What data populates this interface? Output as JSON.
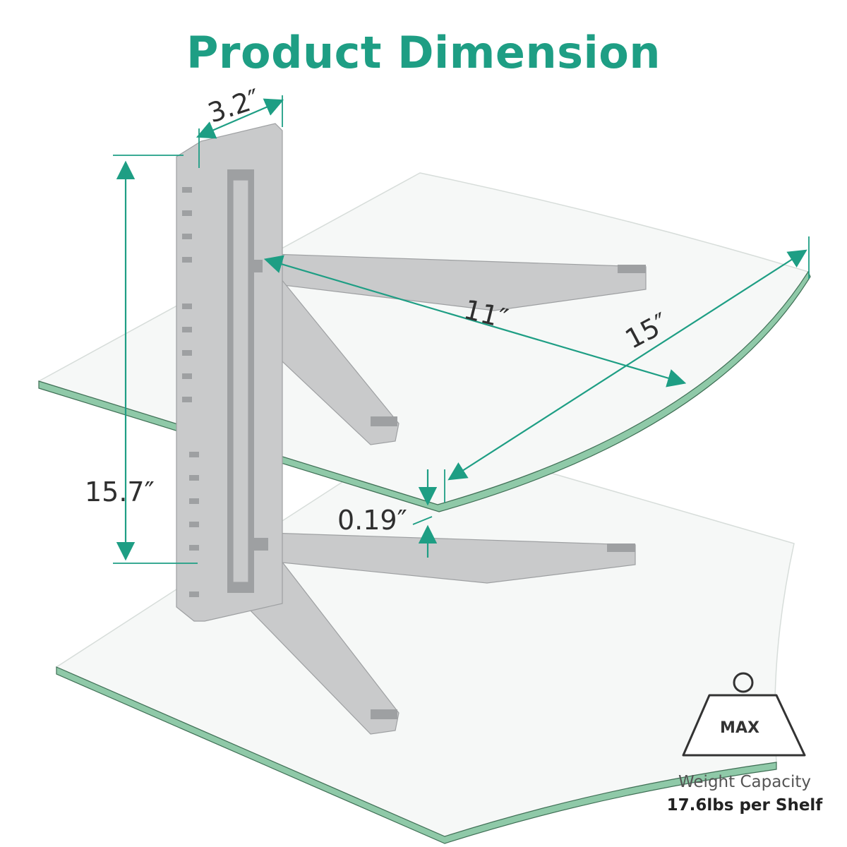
{
  "title": "Product Dimension",
  "dimensions": {
    "bracket_width": "3.2″",
    "overall_height": "15.7″",
    "bracket_depth": "11″",
    "shelf_depth": "15″",
    "glass_thickness": "0.19″"
  },
  "weight": {
    "badge": "MAX",
    "line1": "Weight Capacity",
    "line2": "17.6lbs per Shelf"
  },
  "colors": {
    "accent": "#1e9e84",
    "glass_edge": "#8fc9a8",
    "glass_fill": "#f6f8f7",
    "bracket": "#c9cacb",
    "bracket_dark": "#9ea0a2",
    "text_dark": "#2f2f2f",
    "text_gray": "#555555"
  },
  "icons": {
    "weight": "weight-icon",
    "dimension_arrow": "dimension-arrow-icon"
  }
}
